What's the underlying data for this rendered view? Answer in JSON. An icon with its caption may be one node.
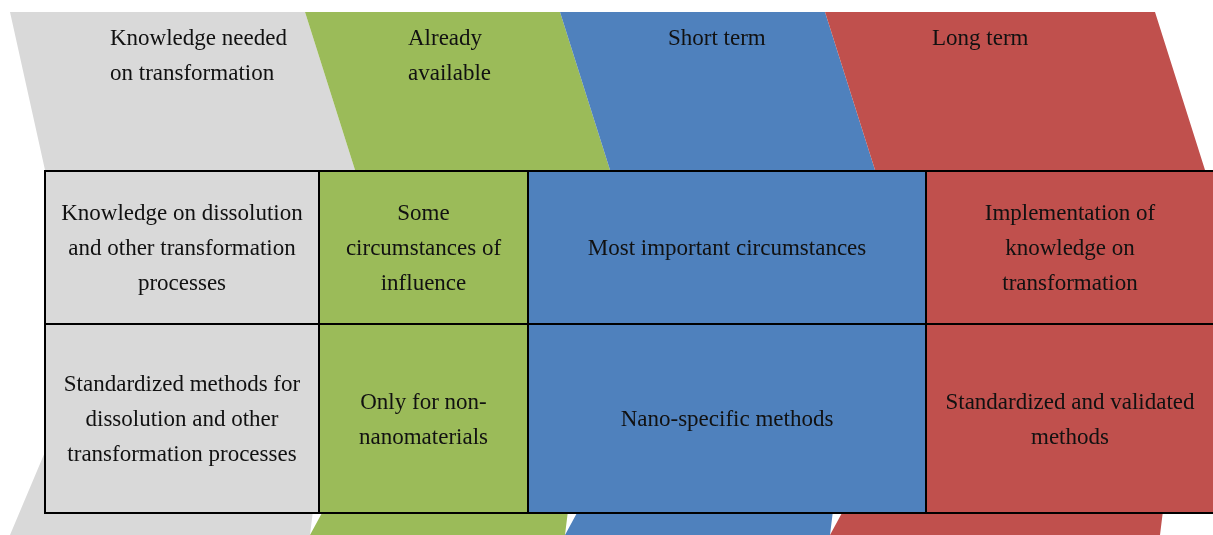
{
  "diagram": {
    "nodes": [
      {
        "text": [
          "Knowledge needed on transformation"
        ]
      },
      {
        "text": [
          "Already available"
        ]
      },
      {
        "text": [
          "Short term"
        ]
      },
      {
        "text": [
          "Long term"
        ]
      }
    ],
    "labels": [
      "Knowledge on dissolution and other transformation processes",
      "Some circumstances of influence",
      "Most important circumstances",
      "Implementation of knowledge on transformation",
      "Standardized methods for dissolution and other transformation processes",
      "Only for non-nanomaterials",
      "Nano-specific methods",
      "Standardized and validated methods"
    ]
  }
}
